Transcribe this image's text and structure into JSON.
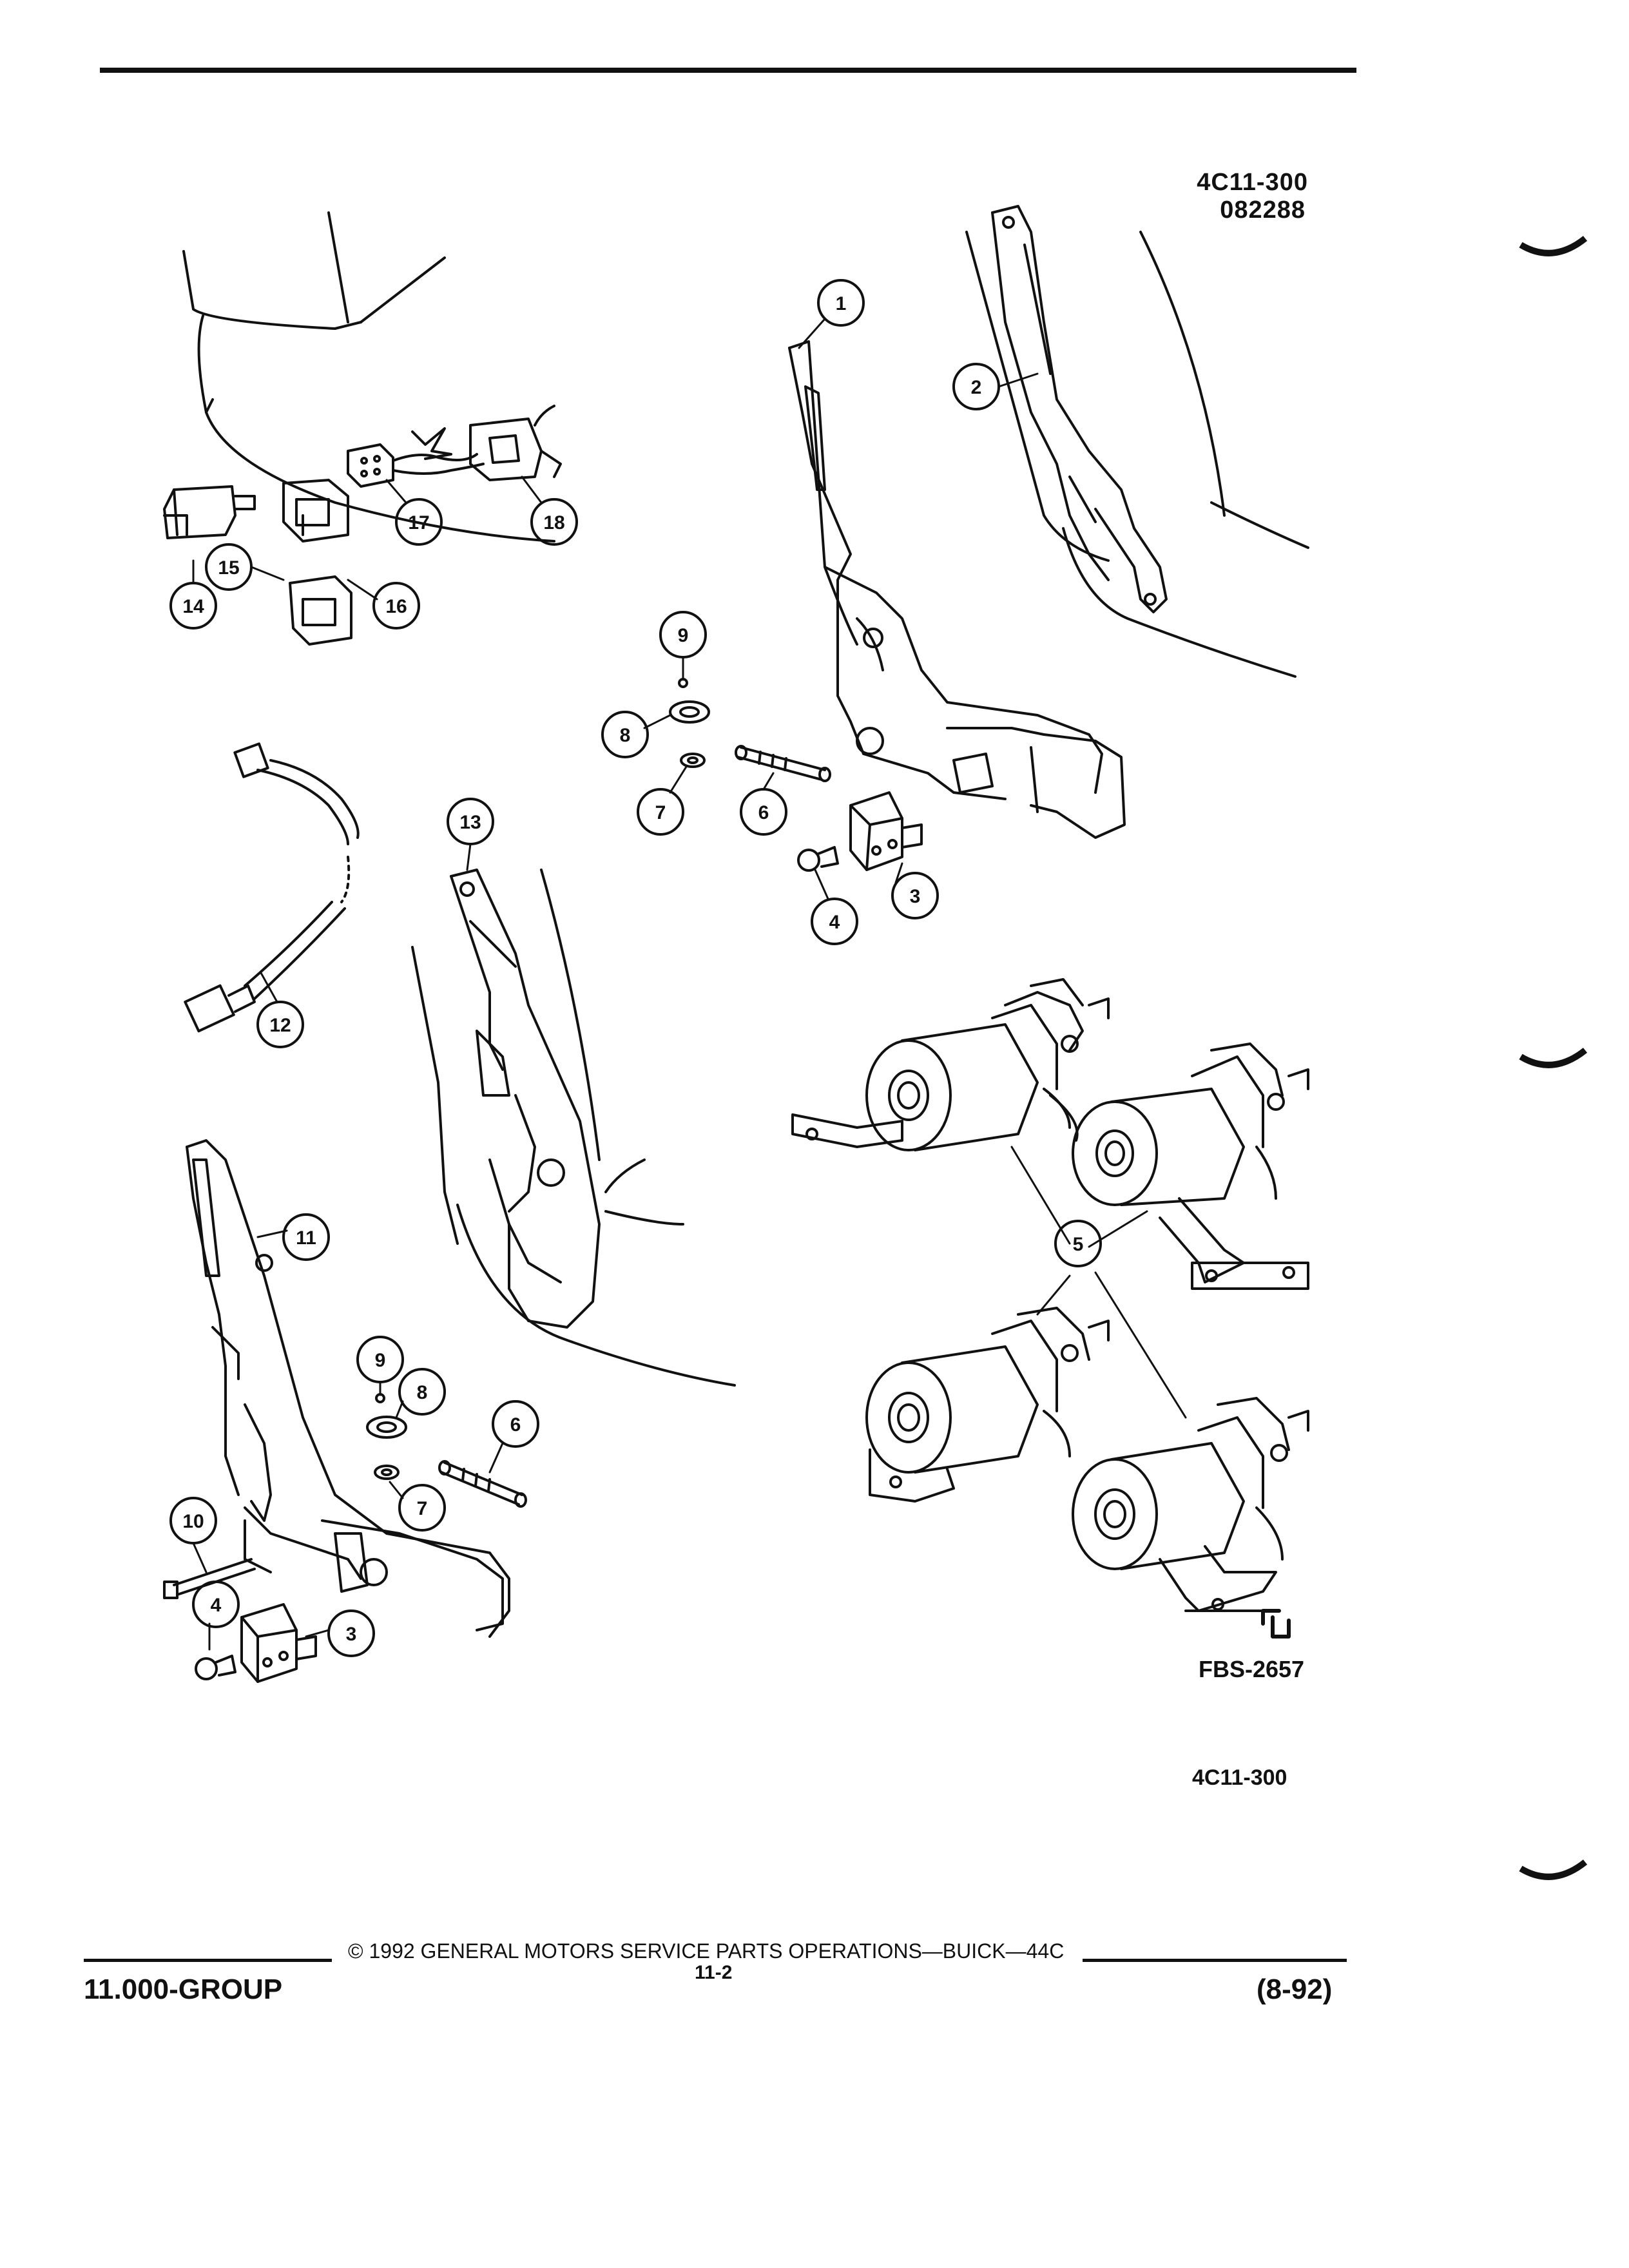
{
  "header": {
    "code": "4C11-300",
    "date_code": "082288"
  },
  "diagram": {
    "fbs_code": "FBS-2657",
    "bottom_code": "4C11-300",
    "callouts": [
      "1",
      "2",
      "3",
      "4",
      "5",
      "6",
      "7",
      "8",
      "9",
      "10",
      "11",
      "12",
      "13",
      "14",
      "15",
      "16",
      "17",
      "18",
      "9",
      "8",
      "7",
      "6",
      "3",
      "4"
    ]
  },
  "footer": {
    "copyright": "© 1992  GENERAL MOTORS SERVICE PARTS OPERATIONS—BUICK—44C",
    "group": "11.000-GROUP",
    "page": "11-2",
    "date": "(8-92)"
  },
  "colors": {
    "ink": "#111111",
    "paper": "#ffffff"
  }
}
